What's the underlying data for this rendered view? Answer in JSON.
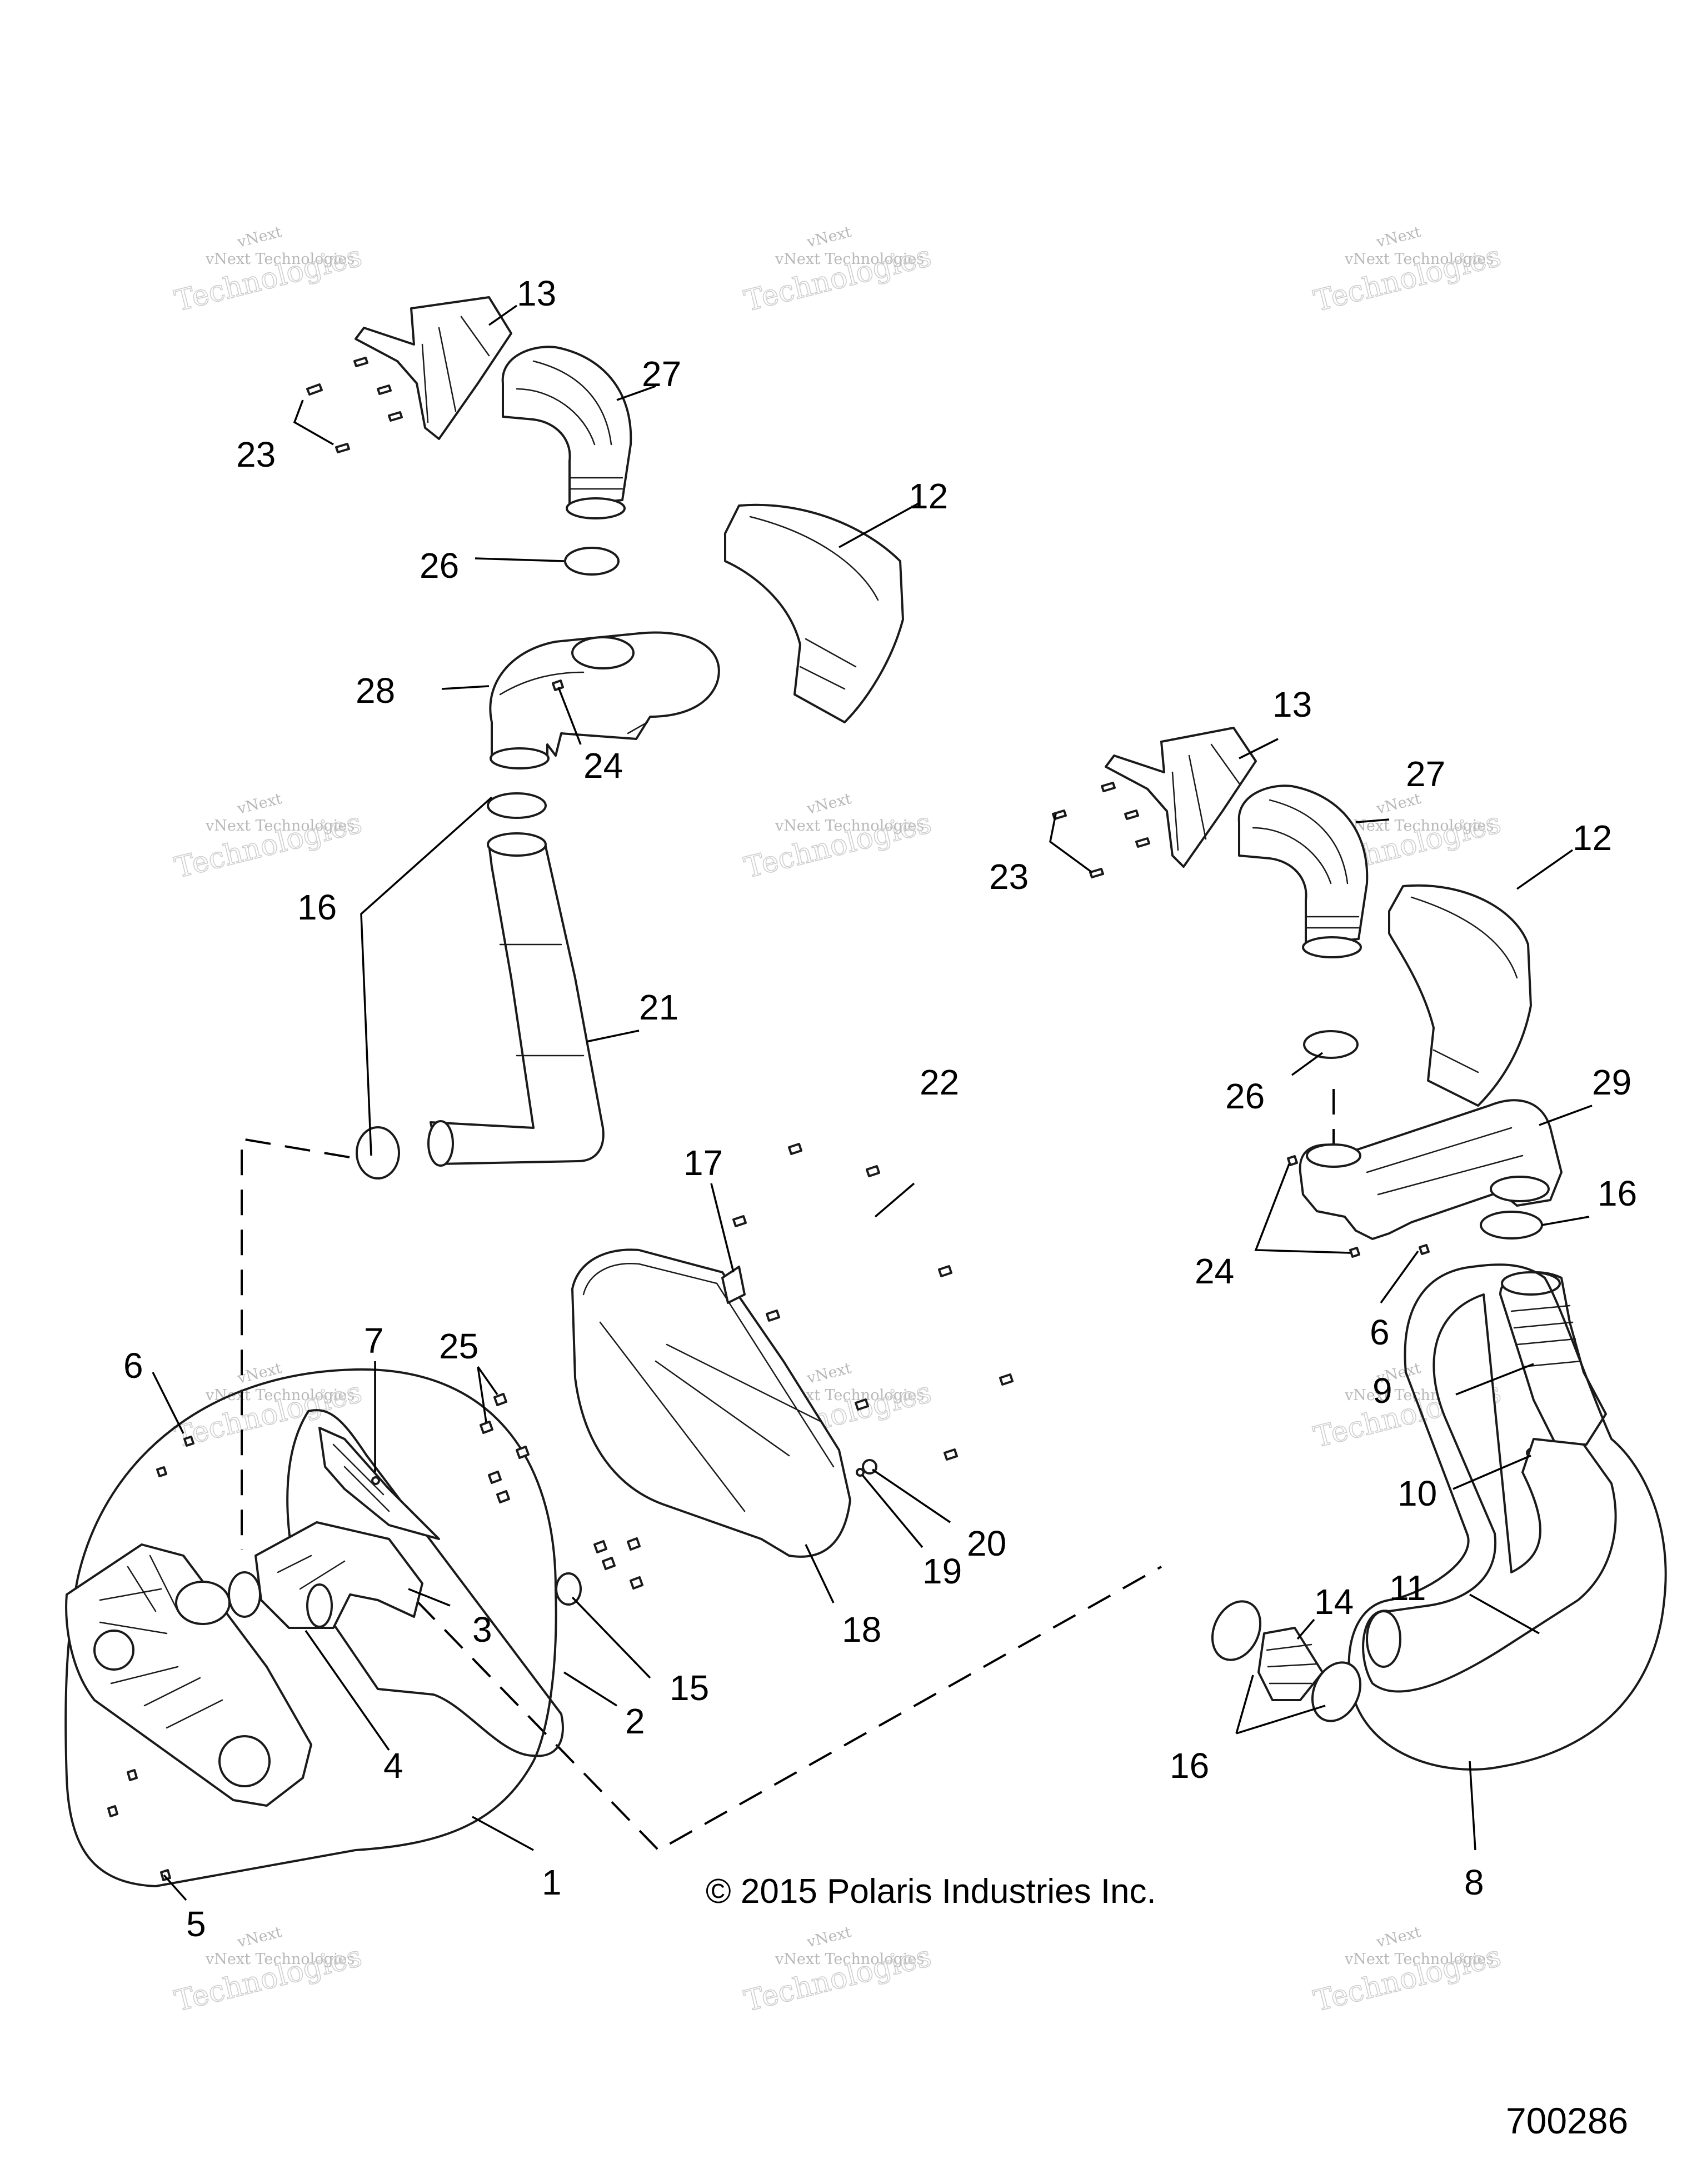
{
  "callouts": [
    "1",
    "2",
    "3",
    "4",
    "5",
    "6",
    "6",
    "7",
    "8",
    "9",
    "10",
    "11",
    "12",
    "12",
    "13",
    "13",
    "14",
    "15",
    "16",
    "16",
    "16",
    "17",
    "18",
    "19",
    "20",
    "21",
    "22",
    "23",
    "23",
    "24",
    "24",
    "25",
    "26",
    "26",
    "27",
    "27",
    "28",
    "29"
  ],
  "watermark": {
    "line1": "vNext",
    "line2": "vNext Technologies",
    "line3": "Technologies"
  },
  "copyright": "© 2015 Polaris Industries Inc.",
  "document_number": "700286"
}
